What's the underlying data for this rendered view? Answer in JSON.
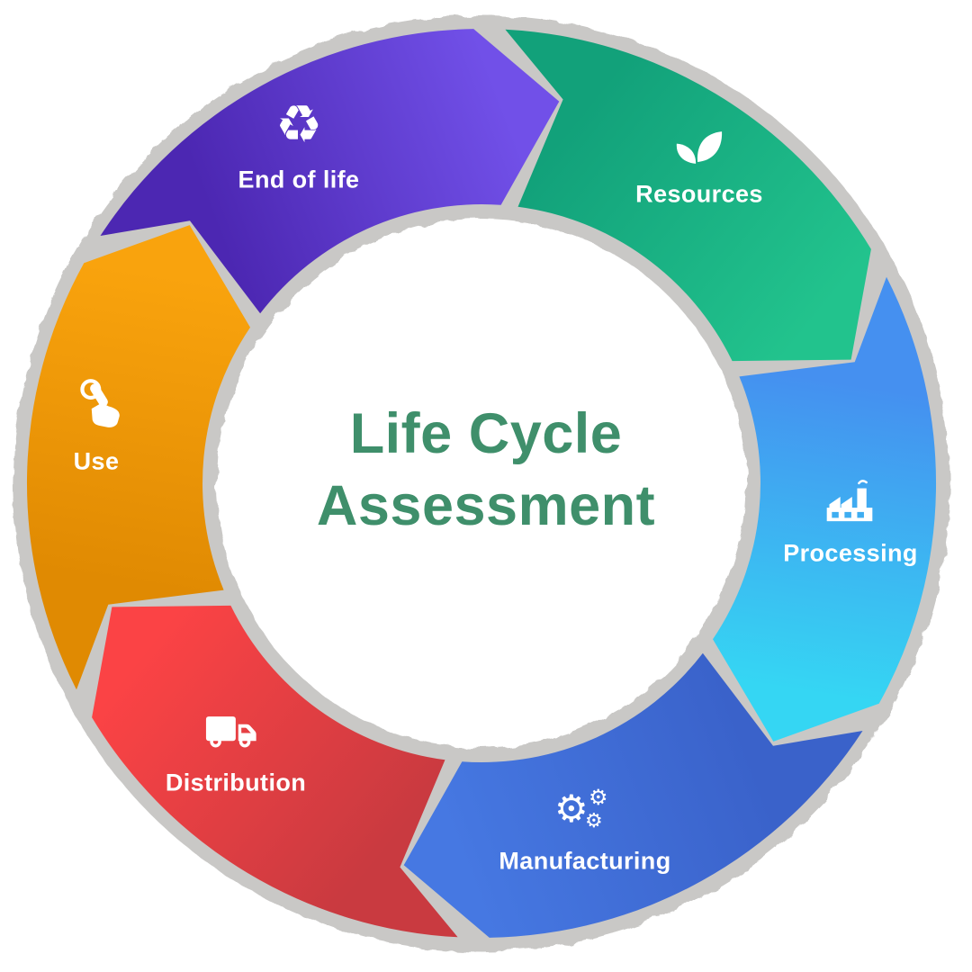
{
  "title": {
    "line1": "Life Cycle",
    "line2": "Assessment",
    "color": "#3f8f6b"
  },
  "ring": {
    "outline_color": "#c9c8c6",
    "label_color": "#ffffff"
  },
  "segments": [
    {
      "id": "resources",
      "label": "Resources",
      "icon": "leaf-icon",
      "color_start": "#12a17a",
      "color_end": "#22c38d"
    },
    {
      "id": "processing",
      "label": "Processing",
      "icon": "factory-icon",
      "color_start": "#4590f0",
      "color_end": "#35d6f3"
    },
    {
      "id": "manufacturing",
      "label": "Manufacturing",
      "icon": "gears-icon",
      "color_start": "#3a62ca",
      "color_end": "#4678e2"
    },
    {
      "id": "distribution",
      "label": "Distribution",
      "icon": "truck-icon",
      "color_start": "#c93a40",
      "color_end": "#fb4345"
    },
    {
      "id": "use",
      "label": "Use",
      "icon": "touch-icon",
      "color_start": "#e08a02",
      "color_end": "#f9a30d"
    },
    {
      "id": "end_of_life",
      "label": "End of life",
      "icon": "recycle-icon",
      "color_start": "#4c27b2",
      "color_end": "#7150e8"
    }
  ],
  "icons": {
    "recycle_glyph": "♻",
    "gear_glyph": "⚙"
  }
}
